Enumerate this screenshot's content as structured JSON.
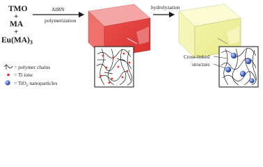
{
  "reactants": {
    "tmo": "TMO",
    "ma": "MA",
    "eu": "Eu(MA)",
    "eu_subscript": "3",
    "plus": "+"
  },
  "step1": {
    "label_top": "AIBN",
    "label_bottom": "polymerization"
  },
  "step2": {
    "label": "hydrolyzation"
  },
  "product_callout": {
    "line1": "Cross-linked",
    "line2": "structure"
  },
  "legend": {
    "chains": "= polymer chains",
    "ti": "= Ti ions",
    "tio2_prefix": "= TiO",
    "tio2_sub": "2",
    "tio2_suffix": " nanoparticles"
  },
  "colors": {
    "block1_top": "#f5a6a4",
    "block1_front": "#e2413f",
    "block1_side": "#f0716c",
    "block2_top": "#fbfbd4",
    "block2_front": "#eef098",
    "block2_side": "#f5f5b8",
    "ti_ion": "#e52b22",
    "nanoparticle": "#3f5fbf"
  }
}
